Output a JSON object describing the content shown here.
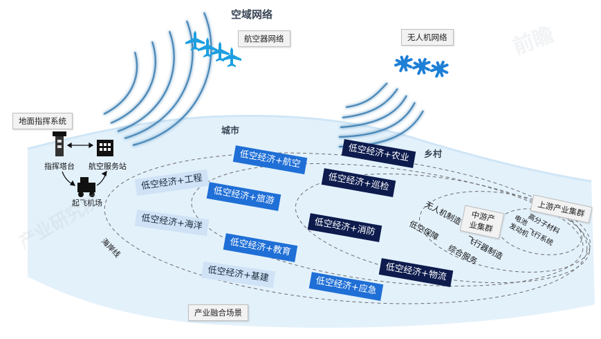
{
  "airspace": {
    "title": "空域网络",
    "aircraft_network": "航空器网络",
    "drone_network": "无人机网络"
  },
  "ground": {
    "command_system": "地面指挥系统",
    "control_tower": "指挥塔台",
    "aviation_service_station": "航空服务站",
    "takeoff_field": "起飞机场"
  },
  "zones": {
    "city": "城市",
    "countryside": "乡村",
    "coastline": "海岸线"
  },
  "scenarios": {
    "engineering": "低空经济+工程",
    "ocean": "低空经济+海洋",
    "infrastructure": "低空经济+基建",
    "aviation": "低空经济+航空",
    "tourism": "低空经济+旅游",
    "education": "低空经济+教育",
    "emergency": "低空经济+应急",
    "agriculture": "低空经济+农业",
    "patrol": "低空经济+巡检",
    "firefighting": "低空经济+消防",
    "logistics": "低空经济+物流"
  },
  "industry_fusion_label": "产业融合场景",
  "industry_chain": {
    "midstream_label": "中游产业集群",
    "upstream_label": "上游产业集群",
    "midstream_items": [
      "无人机制造",
      "低空保障",
      "飞行器制造",
      "综合服务"
    ],
    "upstream_items": [
      "电池",
      "高分子材料",
      "发动机",
      "飞行系统"
    ]
  },
  "colors": {
    "light_tag": "#cfe2f6",
    "mid_tag": "#1f6fd6",
    "dark_tag": "#0d1b4d",
    "aircraft_icon": "#1e9fe0",
    "drone_icon": "#1e7fd6",
    "land": "#e3f1fb"
  },
  "icons": [
    "aircraft-fleet-icon",
    "drone-fleet-icon",
    "control-tower-icon",
    "service-station-icon",
    "airport-vehicle-icon",
    "signal-wave-icon"
  ],
  "watermarks": [
    "前瞻",
    "产业研究院"
  ]
}
